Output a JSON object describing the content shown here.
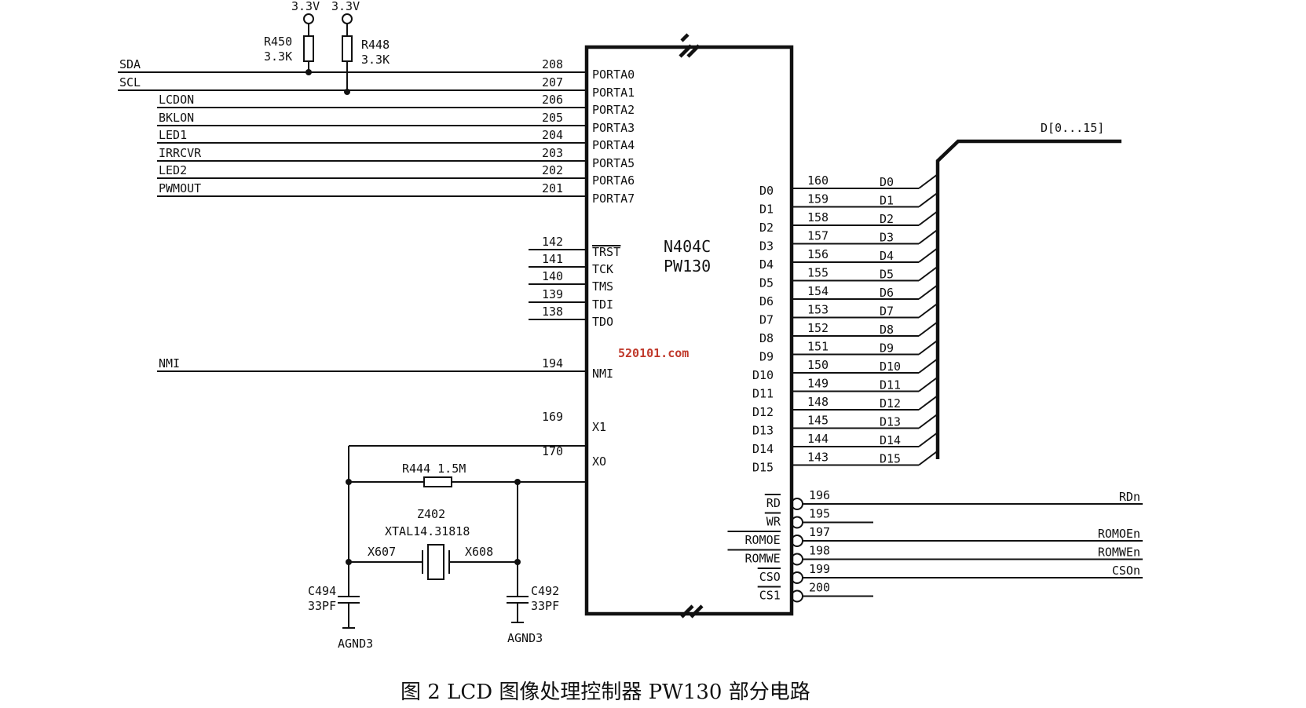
{
  "chip": {
    "name_line1": "N404C",
    "name_line2": "PW130",
    "left_pins": [
      {
        "num": "208",
        "pin": "PORTA0",
        "net": "SDA"
      },
      {
        "num": "207",
        "pin": "PORTA1",
        "net": "SCL"
      },
      {
        "num": "206",
        "pin": "PORTA2",
        "net": "LCDON"
      },
      {
        "num": "205",
        "pin": "PORTA3",
        "net": "BKLON"
      },
      {
        "num": "204",
        "pin": "PORTA4",
        "net": "LED1"
      },
      {
        "num": "203",
        "pin": "PORTA5",
        "net": "IRRCVR"
      },
      {
        "num": "202",
        "pin": "PORTA6",
        "net": "LED2"
      },
      {
        "num": "201",
        "pin": "PORTA7",
        "net": "PWMOUT"
      },
      {
        "num": "142",
        "pin": "TRST",
        "net": ""
      },
      {
        "num": "141",
        "pin": "TCK",
        "net": ""
      },
      {
        "num": "140",
        "pin": "TMS",
        "net": ""
      },
      {
        "num": "139",
        "pin": "TDI",
        "net": ""
      },
      {
        "num": "138",
        "pin": "TDO",
        "net": ""
      },
      {
        "num": "194",
        "pin": "NMI",
        "net": "NMI"
      },
      {
        "num": "169",
        "pin": "X1",
        "net": ""
      },
      {
        "num": "170",
        "pin": "XO",
        "net": ""
      }
    ],
    "data_pins": [
      {
        "num": "160",
        "pin": "D0",
        "net": "D0"
      },
      {
        "num": "159",
        "pin": "D1",
        "net": "D1"
      },
      {
        "num": "158",
        "pin": "D2",
        "net": "D2"
      },
      {
        "num": "157",
        "pin": "D3",
        "net": "D3"
      },
      {
        "num": "156",
        "pin": "D4",
        "net": "D4"
      },
      {
        "num": "155",
        "pin": "D5",
        "net": "D5"
      },
      {
        "num": "154",
        "pin": "D6",
        "net": "D6"
      },
      {
        "num": "153",
        "pin": "D7",
        "net": "D7"
      },
      {
        "num": "152",
        "pin": "D8",
        "net": "D8"
      },
      {
        "num": "151",
        "pin": "D9",
        "net": "D9"
      },
      {
        "num": "150",
        "pin": "D10",
        "net": "D10"
      },
      {
        "num": "149",
        "pin": "D11",
        "net": "D11"
      },
      {
        "num": "148",
        "pin": "D12",
        "net": "D12"
      },
      {
        "num": "145",
        "pin": "D13",
        "net": "D13"
      },
      {
        "num": "144",
        "pin": "D14",
        "net": "D14"
      },
      {
        "num": "143",
        "pin": "D15",
        "net": "D15"
      }
    ],
    "ctrl_pins": [
      {
        "num": "196",
        "pin": "RD",
        "net": "RDn"
      },
      {
        "num": "195",
        "pin": "WR",
        "net": ""
      },
      {
        "num": "197",
        "pin": "ROMOE",
        "net": "ROMOEn"
      },
      {
        "num": "198",
        "pin": "ROMWE",
        "net": "ROMWEn"
      },
      {
        "num": "199",
        "pin": "CSO",
        "net": "CSOn"
      },
      {
        "num": "200",
        "pin": "CS1",
        "net": ""
      }
    ]
  },
  "bus_label": "D[0...15]",
  "components": {
    "r450_name": "R450",
    "r450_value": "3.3K",
    "r448_name": "R448",
    "r448_value": "3.3K",
    "supply_1": "3.3V",
    "supply_2": "3.3V",
    "r444": "R444  1.5M",
    "crystal_name": "Z402",
    "crystal_value": "XTAL14.31818",
    "net_x607": "X607",
    "net_x608": "X608",
    "c494_name": "C494",
    "c494_value": "33PF",
    "c492_name": "C492",
    "c492_value": "33PF",
    "gnd_1": "AGND3",
    "gnd_2": "AGND3"
  },
  "watermark": "520101.com",
  "caption": "图 2   LCD 图像处理控制器 PW130 部分电路"
}
